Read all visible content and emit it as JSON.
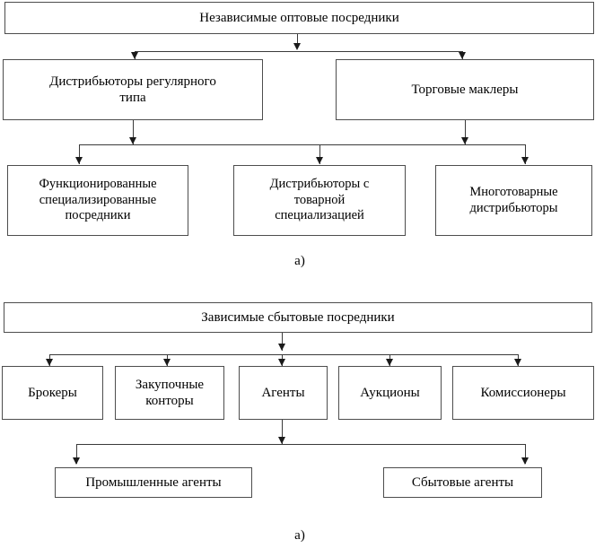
{
  "diagram": {
    "title_a": "Независимые оптовые посредники",
    "title_b": "Зависимые сбытовые посредники",
    "caption_top": "a)",
    "caption_bottom": "a)",
    "accent_color": "#4d4d4d",
    "line_color": "#3a3a3a",
    "background_color": "#ffffff"
  },
  "chart_a": {
    "root": "Независимые оптовые посредники",
    "level2": [
      "Дистрибьюторы регулярного типа",
      "Торговые маклеры"
    ],
    "level3": [
      "Функционированные специализированные посредники",
      "Дистрибьюторы с товарной специализацией",
      "Многотоварные дистрибьюторы"
    ],
    "caption": "a)"
  },
  "chart_b": {
    "root": "Зависимые сбытовые посредники",
    "level2": [
      "Брокеры",
      "Закупочные конторы",
      "Агенты",
      "Аукционы",
      "Комиссионеры"
    ],
    "level3": [
      "Промышленные агенты",
      "Сбытовые агенты"
    ],
    "caption": "a)"
  },
  "nodes": {
    "a_root": "Независимые оптовые посредники",
    "a_l2_0": "Дистрибьюторы регулярного\nтипа",
    "a_l2_1": "Торговые маклеры",
    "a_l3_0": "Функционированные\nспециализированные\nпосредники",
    "a_l3_1": "Дистрибьюторы с\nтоварной\nспециализацией",
    "a_l3_2": "Многотоварные\nдистрибьюторы",
    "b_root": "Зависимые сбытовые посредники",
    "b_l2_0": "Брокеры",
    "b_l2_1": "Закупочные\nконторы",
    "b_l2_2": "Агенты",
    "b_l2_3": "Аукционы",
    "b_l2_4": "Комиссионеры",
    "b_l3_0": "Промышленные агенты",
    "b_l3_1": "Сбытовые агенты"
  }
}
